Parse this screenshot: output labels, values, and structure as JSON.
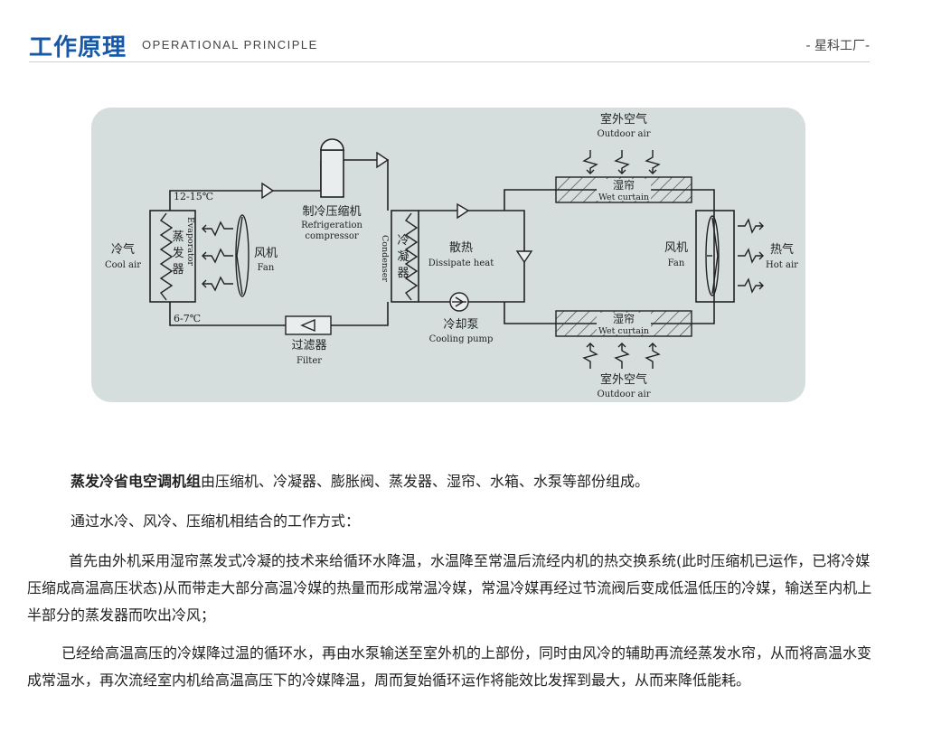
{
  "header": {
    "title_cn": "工作原理",
    "title_en": "OPERATIONAL PRINCIPLE",
    "brand": "- 星科工厂-"
  },
  "diagram": {
    "temp_high": "12-15℃",
    "temp_low": "6-7℃",
    "cool_air_cn": "冷气",
    "cool_air_en": "Cool air",
    "evaporator_cn": "蒸发器",
    "evaporator_en": "Evaporator",
    "fan_left_cn": "风机",
    "fan_left_en": "Fan",
    "compressor_cn": "制冷压缩机",
    "compressor_en_1": "Refrigeration",
    "compressor_en_2": "compressor",
    "filter_cn": "过滤器",
    "filter_en": "Filter",
    "condenser_cn": "冷凝器",
    "condenser_en": "Condenser",
    "dissipate_cn": "散热",
    "dissipate_en": "Dissipate heat",
    "pump_cn": "冷却泵",
    "pump_en": "Cooling pump",
    "outdoor_top_cn": "室外空气",
    "outdoor_top_en": "Outdoor air",
    "wet_top_cn": "湿帘",
    "wet_top_en": "Wet curtain",
    "wet_bottom_cn": "湿帘",
    "wet_bottom_en": "Wet curtain",
    "outdoor_bottom_cn": "室外空气",
    "outdoor_bottom_en": "Outdoor air",
    "fan_right_cn": "风机",
    "fan_right_en": "Fan",
    "hot_air_cn": "热气",
    "hot_air_en": "Hot air"
  },
  "body": {
    "p1_bold": "蒸发冷省电空调机组",
    "p1_rest": "由压缩机、冷凝器、膨胀阀、蒸发器、湿帘、水箱、水泵等部份组成。",
    "p2": "通过水冷、风冷、压缩机相结合的工作方式：",
    "p3": "首先由外机采用湿帘蒸发式冷凝的技术来给循环水降温，水温降至常温后流经内机的热交换系统(此时压缩机已运作，已将冷媒压缩成高温高压状态)从而带走大部分高温冷媒的热量而形成常温冷媒，常温冷媒再经过节流阀后变成低温低压的冷媒，输送至内机上半部分的蒸发器而吹出冷风；",
    "p4": "已经给高温高压的冷媒降过温的循环水，再由水泵输送至室外机的上部份，同时由风冷的辅助再流经蒸发水帘，从而将高温水变成常温水，再次流经室内机给高温高压下的冷媒降温，周而复始循环运作将能效比发挥到最大，从而来降低能耗。"
  }
}
